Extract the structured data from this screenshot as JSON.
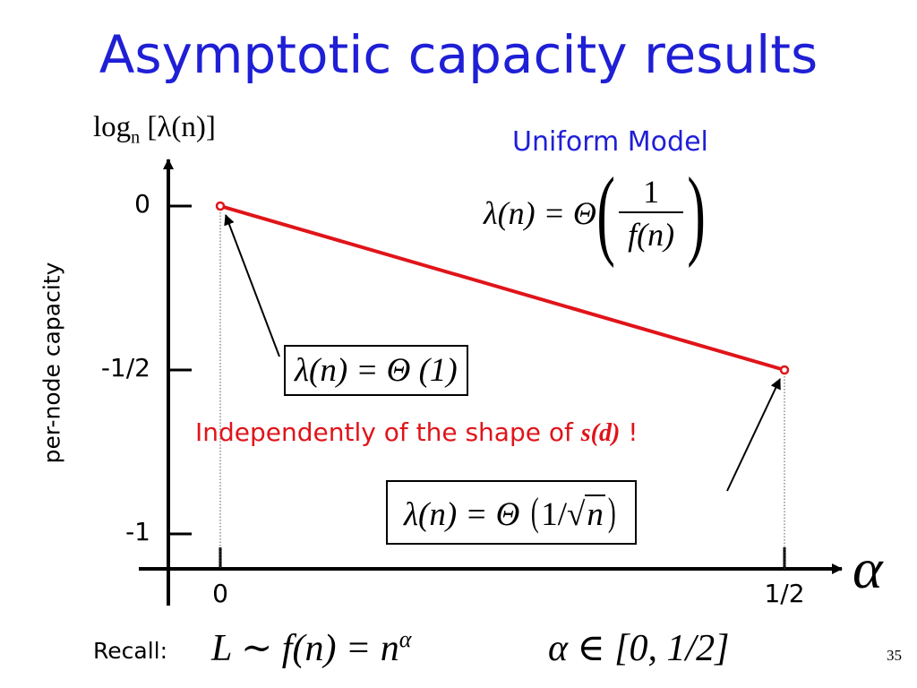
{
  "slide": {
    "title": "Asymptotic capacity results",
    "page_number": "35"
  },
  "model": {
    "title": "Uniform Model",
    "formula_lhs": "λ(n) = Θ",
    "formula_num": "1",
    "formula_den": "f(n)"
  },
  "annotations": {
    "box1": "λ(n) = Θ (1)",
    "box2_lhs": "λ(n) = Θ",
    "box2_arg_pre": "1/",
    "box2_arg_sqrt": "n",
    "note_text": "Independently of the shape of ",
    "note_var": "s(d)",
    "note_end": " !"
  },
  "recall": {
    "label": "Recall:",
    "formula": "L ∼ f(n) = n",
    "exponent": "α",
    "range": "α ∈ [0, 1/2]"
  },
  "chart_data": {
    "type": "line",
    "ylabel_top": "λ(n)]",
    "ylabel_top_prefix": "log",
    "ylabel_top_sub": "n",
    "ylabel_top_bracket": " [",
    "ylabel_side": "per-node capacity",
    "xlabel": "α",
    "x_ticks": [
      {
        "value": 0,
        "label": "0"
      },
      {
        "value": 0.5,
        "label": "1/2"
      }
    ],
    "y_ticks": [
      {
        "value": 0,
        "label": "0"
      },
      {
        "value": -0.5,
        "label": "-1/2"
      },
      {
        "value": -1,
        "label": "-1"
      }
    ],
    "xlim": [
      0,
      0.5
    ],
    "ylim": [
      -1,
      0
    ],
    "series": [
      {
        "points": [
          {
            "x": 0,
            "y": 0
          },
          {
            "x": 0.5,
            "y": -0.5
          }
        ],
        "color": "#e0141a"
      }
    ],
    "grid": false
  }
}
